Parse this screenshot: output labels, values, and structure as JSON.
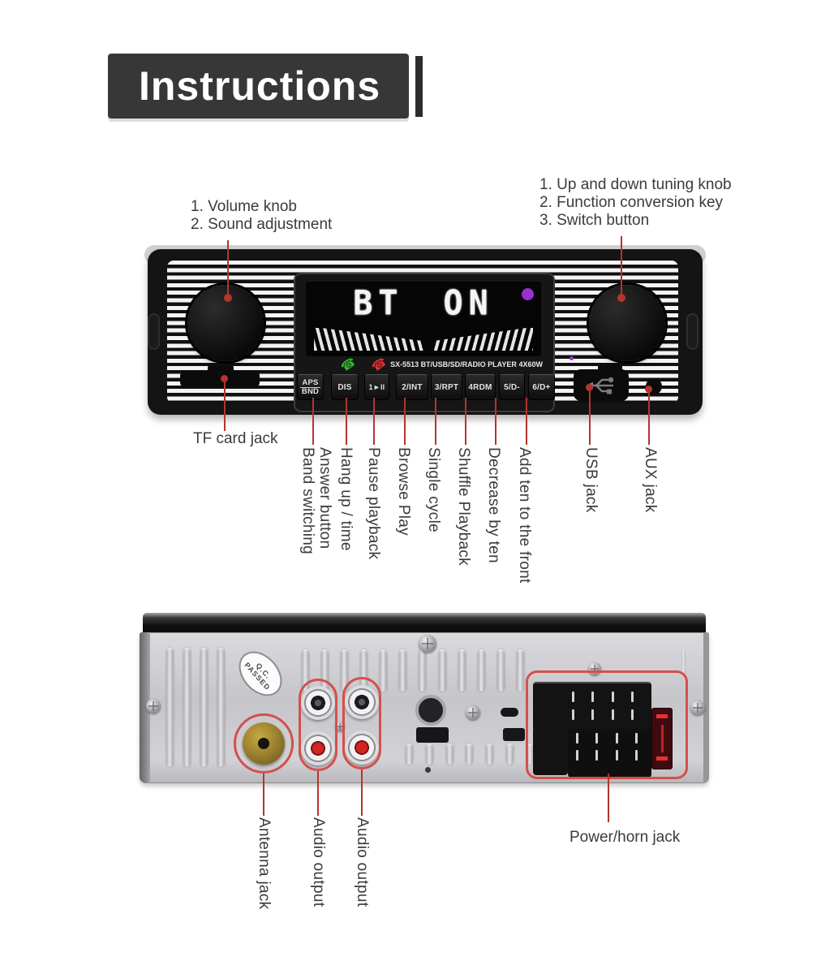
{
  "header": {
    "title": "Instructions"
  },
  "front": {
    "callout_left": {
      "lines": [
        "1. Volume knob",
        "2. Sound adjustment"
      ]
    },
    "callout_right": {
      "lines": [
        "1. Up and down tuning knob",
        "2. Function conversion key",
        "3. Switch button"
      ]
    },
    "display": {
      "status": "BT ON",
      "model": "SX-5513  BT/USB/SD/RADIO PLAYER",
      "power": "4X60W"
    },
    "buttons": [
      {
        "label": "APS",
        "label2": "BND"
      },
      {
        "label": "DIS"
      },
      {
        "label": "1►II"
      },
      {
        "label": "2/INT"
      },
      {
        "label": "3/RPT"
      },
      {
        "label": "4RDM"
      },
      {
        "label": "5/D-"
      },
      {
        "label": "6/D+"
      }
    ],
    "port_labels": {
      "tf": "TF card jack",
      "usb": "USB jack",
      "aux": "AUX jack"
    },
    "button_labels": [
      "Answer button\nBand switching",
      "Hang up / time",
      "Pause playback",
      "Browse Play",
      "Single cycle",
      "Shuffle Playback",
      "Decrease by ten",
      "Add ten to the front"
    ]
  },
  "rear": {
    "sticker": {
      "line1": "Q.C.",
      "line2": "PASSED"
    },
    "labels": {
      "antenna": "Antenna jack",
      "audio1": "Audio output",
      "audio2": "Audio output",
      "power": "Power/horn jack"
    }
  },
  "colors": {
    "callout_red": "#b5342c",
    "outline_red": "#d4504b",
    "indicator_purple": "#9a30d2",
    "antenna_gold": "#a98c33"
  }
}
